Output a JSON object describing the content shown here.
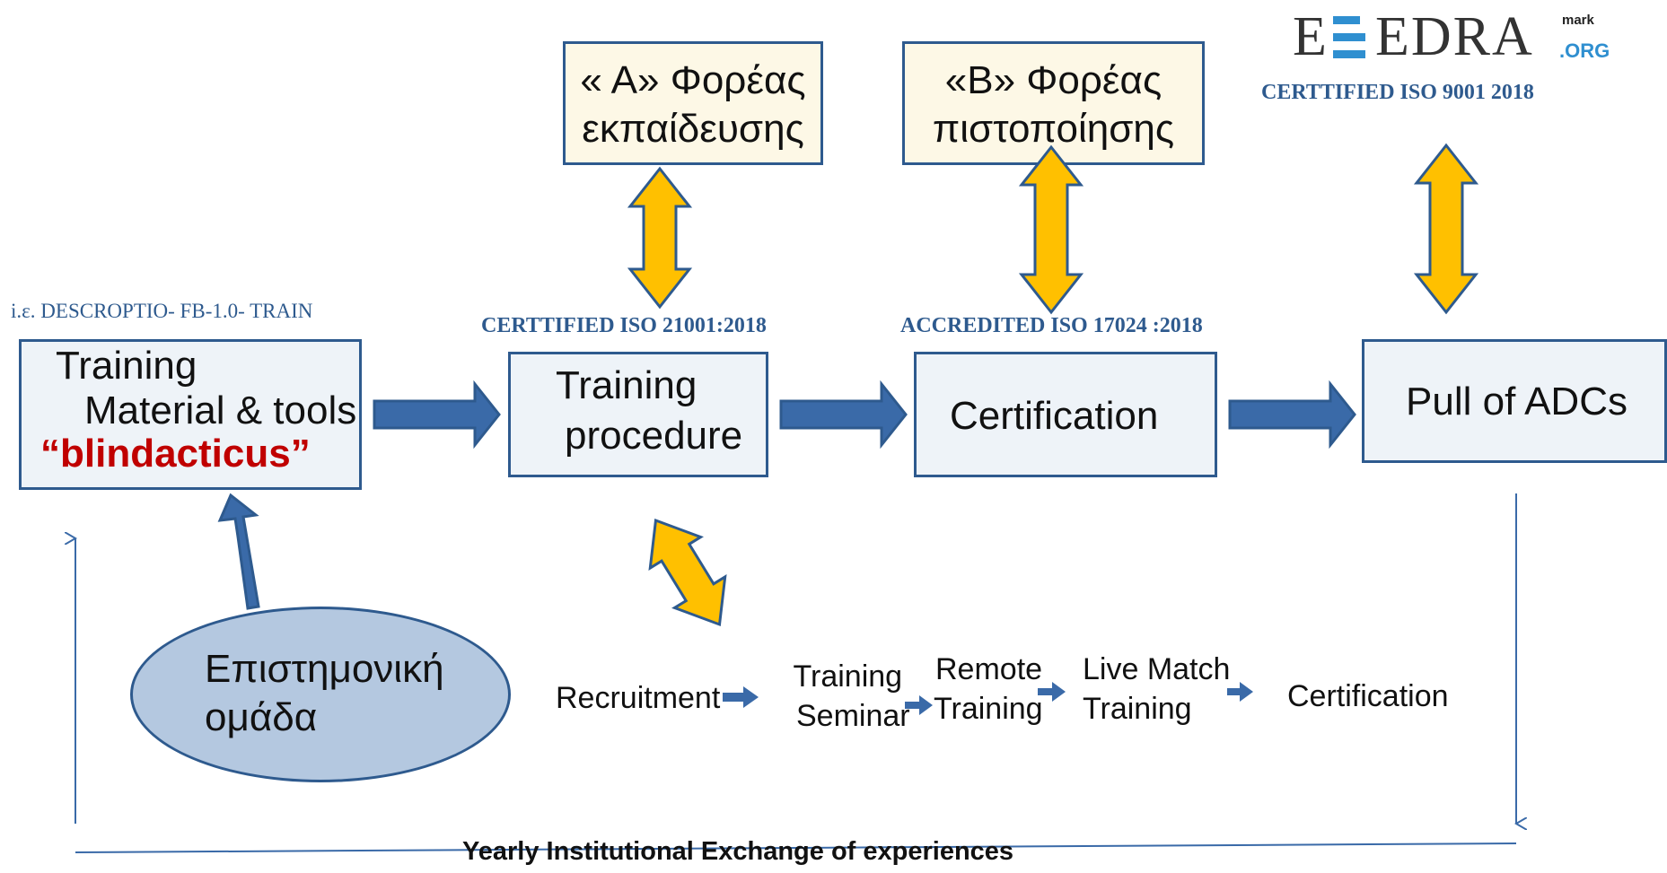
{
  "logo": {
    "text": "EEDRA",
    "superscript": "mark",
    "suffix": ".ORG",
    "certification": "CERTTIFIED  ISO 9001 2018"
  },
  "top_boxes": {
    "a_line1": "« A» Φορέας",
    "a_line2": "εκπαίδευσης",
    "b_line1": "«B» Φορέας",
    "b_line2": "πιστοποίησης"
  },
  "example_label": "i.ε. DESCROPTIO- FB-1.0- TRAIN",
  "cert_labels": {
    "training": "CERTTIFIED  ISO  21001:2018",
    "certification": "ACCREDITED    ISO  17024 :2018"
  },
  "main_boxes": {
    "material_line1": "Training",
    "material_line2": "Material & tools",
    "material_name": "“blindacticus”",
    "procedure_line1": "Training",
    "procedure_line2": "procedure",
    "certification": "Certification",
    "pull": "Pull of  ADCs"
  },
  "ellipse": {
    "line1": "Επιστημονική",
    "line2": "ομάδα"
  },
  "stages": {
    "recruitment": "Recruitment",
    "seminar_line1": "Training",
    "seminar_line2": "Seminar",
    "remote_line1": "Remote",
    "remote_line2": "Training",
    "live_line1": "Live Match",
    "live_line2": "Training",
    "certification": "Certification"
  },
  "footer": "Yearly Institutional Exchange of experiences",
  "colors": {
    "box_border": "#2e5a8e",
    "box_fill": "#eef3f8",
    "yellow_fill": "#fdf8e6",
    "arrow_blue": "#3a6aa8",
    "arrow_gold": "#ffc000",
    "ellipse_fill": "#b4c8e0",
    "accent_red": "#c00000",
    "logo_blue": "#2f8fd0"
  }
}
